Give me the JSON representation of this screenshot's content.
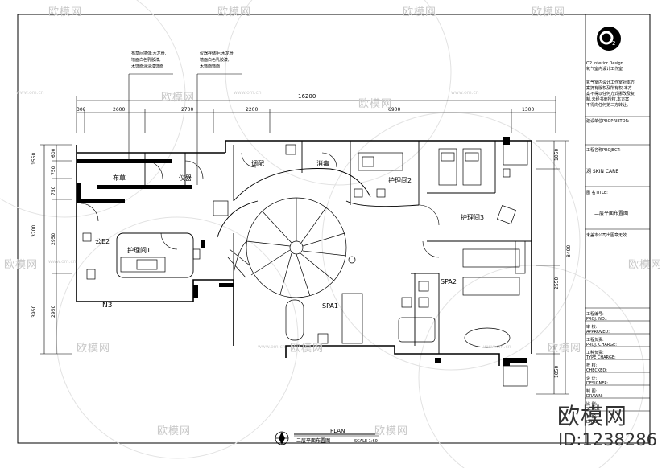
{
  "drawing": {
    "room_labels": {
      "cloth": "布草",
      "instrument": "仪器",
      "mixing": "调配",
      "disinfect": "消毒",
      "care2": "护理间2",
      "care3": "护理间3",
      "care1": "护理间1",
      "public_e2": "公E2",
      "spa1": "SPA1",
      "spa2": "SPA2",
      "marker_n3": "N3"
    },
    "notes": {
      "left_1": "布草间墙体:木龙骨,",
      "left_2": "墙面白色乳胶漆,",
      "left_3": "木饰面涂清漆饰面",
      "right_1": "仪器存储柜:木龙骨,",
      "right_2": "墙面白色乳胶漆,",
      "right_3": "木饰面饰面"
    },
    "dims_top": {
      "total": "16200",
      "d1": "300",
      "d2": "2600",
      "d3": "2700",
      "d4": "2200",
      "d5": "6900",
      "d6": "1300"
    },
    "dims_left": {
      "a": "1550",
      "b": "600",
      "c": "750",
      "d": "750",
      "e": "3700",
      "f": "2950",
      "g": "2950",
      "h": "3950"
    },
    "dims_right": {
      "a": "1050",
      "b": "8400",
      "c": "2550",
      "d": "1050"
    },
    "plan_title": {
      "en": "PLAN",
      "cn": "二层平面布置图",
      "scale": "SCALE 1:60"
    }
  },
  "title_block": {
    "logo_mark": "O",
    "logo_sub": "2",
    "company_en": "O2 Interior Design",
    "company_cn": "氧气室内设计工作室",
    "statement": [
      "氧气室内设计工作室对本方",
      "案拥有版权及所有权,本方",
      "案不得以任何方式挪改及复",
      "制,未经书面授权,本方案",
      "不得向任何第三方转让。"
    ],
    "proprietor_label": "建设单位PROPRIETOR:",
    "project_label": "工程名称PROJECT:",
    "project_value": "湖  SKIN CARE",
    "title_label": "图  名TITLE:",
    "title_value": "二层平面布置图",
    "sign_note": "未盖本公司出图章无效",
    "rows": [
      {
        "cn": "工程编号:",
        "en": "PROJ. NO.:"
      },
      {
        "cn": "审  核:",
        "en": "APPROVED:"
      },
      {
        "cn": "工程负责:",
        "en": "PROJ. CHARGE:"
      },
      {
        "cn": "工种负责:",
        "en": "TYPE CHARGE:"
      },
      {
        "cn": "校  核:",
        "en": "CHECKED:"
      },
      {
        "cn": "设  计:",
        "en": "DESIGNER:"
      },
      {
        "cn": "制  图:",
        "en": "DRAWN:"
      },
      {
        "cn": "比  例:",
        "en": "SCALE:"
      },
      {
        "cn": "日  期:",
        "en": "DATE:"
      }
    ]
  },
  "watermarks": {
    "site": "欧模网",
    "url": "www.om.cn",
    "brand": "欧模网",
    "id": "ID:1238286"
  }
}
